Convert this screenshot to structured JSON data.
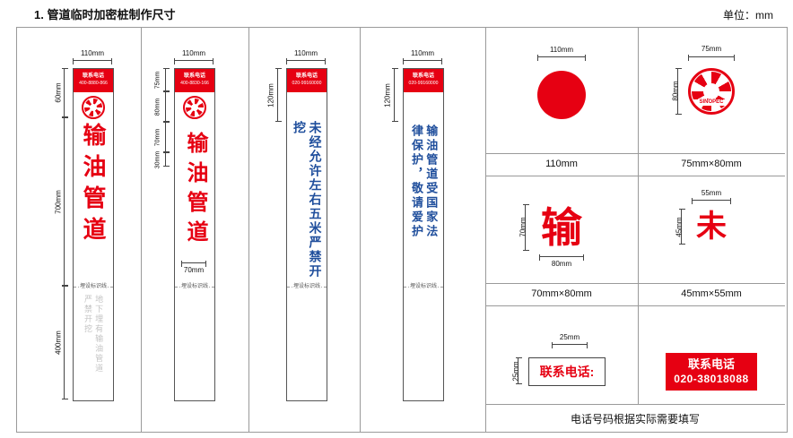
{
  "header": {
    "title": "1. 管道临时加密桩制作尺寸",
    "unit": "单位：mm"
  },
  "piles": [
    {
      "top_dim": "110mm",
      "phone_label": "联系电话",
      "phone_number": "400-8880-866",
      "body_text": "输油管道",
      "marker_label": "埋设标识线",
      "buried_text": "地下埋有输油管道严禁开挖",
      "dim1": "60mm",
      "dim2": "700mm",
      "dim3": "400mm"
    },
    {
      "top_dim": "110mm",
      "phone_label": "联系电话",
      "phone_number": "400-8830-166",
      "body_text": "输油管道",
      "marker_label": "埋设标识线",
      "dim1": "75mm",
      "dim2": "80mm",
      "dim3": "70mm",
      "dim4": "30mm",
      "dim_w": "70mm"
    },
    {
      "top_dim": "110mm",
      "phone_label": "联系电话",
      "phone_number": "020-99160000",
      "body_text": "未经允许左右五米严禁开挖",
      "marker_label": "埋设标识线",
      "dim1": "120mm"
    },
    {
      "top_dim": "110mm",
      "phone_label": "联系电话",
      "phone_number": "020-99160000",
      "body_text": "输油管道受国家法律保护，敬请爱护",
      "marker_label": "埋设标识线",
      "dim1": "120mm"
    }
  ],
  "details": {
    "circle": {
      "dim": "110mm",
      "caption": "110mm"
    },
    "logo": {
      "dim_w": "75mm",
      "dim_h": "80mm",
      "caption": "75mm×80mm",
      "brand": "SINOPEC"
    },
    "char_shu": {
      "glyph": "输",
      "dim_h": "70mm",
      "dim_w": "80mm",
      "caption": "70mm×80mm"
    },
    "char_wei": {
      "glyph": "未",
      "dim_w": "55mm",
      "dim_h": "45mm",
      "caption": "45mm×55mm"
    },
    "phone_small": {
      "text": "联系电话:",
      "dim_top": "25mm",
      "dim_left": "25mm"
    },
    "phone_big": {
      "line1": "联系电话",
      "line2": "020-38018088"
    },
    "note": "电话号码根据实际需要填写"
  },
  "colors": {
    "red": "#e60012",
    "blue": "#1f4e9c"
  }
}
